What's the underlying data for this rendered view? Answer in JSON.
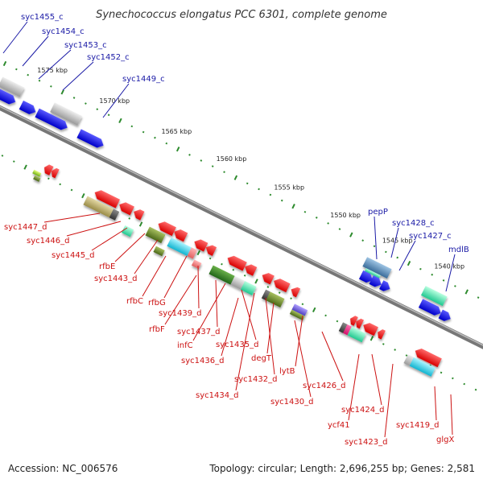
{
  "header": {
    "title": "Synechococcus elongatus PCC 6301, complete genome"
  },
  "footer": {
    "accession": "Accession: NC_006576",
    "summary": "Topology: circular; Length: 2,696,255 bp; Genes: 2,581"
  },
  "colors": {
    "forward_label": "#1a1aa6",
    "reverse_label": "#cc1111",
    "backbone": "#777777",
    "tick": "#2e8b2e",
    "cds_forward": "#1010e0",
    "cds_reverse": "#ee1111"
  },
  "scale": {
    "ticks": [
      "1575 kbp",
      "1570 kbp",
      "1565 kbp",
      "1560 kbp",
      "1555 kbp",
      "1550 kbp",
      "1545 kbp",
      "1540 kbp"
    ]
  },
  "labels": {
    "forward": [
      "syc1455_c",
      "syc1454_c",
      "syc1453_c",
      "syc1452_c",
      "syc1449_c",
      "pepP",
      "syc1428_c",
      "syc1427_c",
      "mdlB"
    ],
    "reverse": [
      "syc1447_d",
      "syc1446_d",
      "syc1445_d",
      "rfbE",
      "syc1443_d",
      "rfbC",
      "rfbG",
      "syc1439_d",
      "rfbF",
      "syc1437_d",
      "infC",
      "syc1435_d",
      "syc1436_d",
      "degT",
      "syc1432_d",
      "syc1434_d",
      "lytB",
      "syc1430_d",
      "syc1426_d",
      "syc1424_d",
      "ycf41",
      "syc1423_d",
      "syc1419_d",
      "glgX"
    ]
  }
}
